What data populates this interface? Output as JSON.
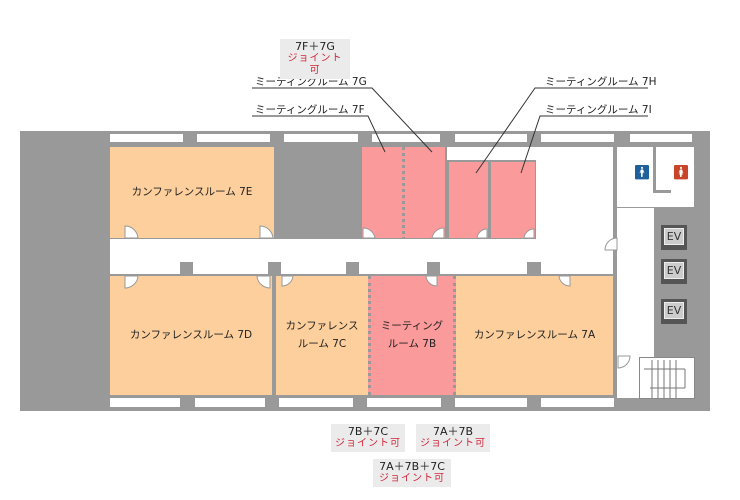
{
  "rooms": {
    "7E": "カンファレンスルーム 7E",
    "7D": "カンファレンスルーム 7D",
    "7C_line1": "カンファレンス",
    "7C_line2": "ルーム 7C",
    "7B_line1": "ミーティング",
    "7B_line2": "ルーム 7B",
    "7A": "カンファレンスルーム 7A"
  },
  "leaders": {
    "7G": "ミーティングルーム 7G",
    "7F": "ミーティングルーム 7F",
    "7H": "ミーティングルーム 7H",
    "7I": "ミーティングルーム 7I"
  },
  "joint_tags": [
    {
      "combo": "7F＋7G",
      "note": "ジョイント可"
    },
    {
      "combo": "7B＋7C",
      "note": "ジョイント可"
    },
    {
      "combo": "7A＋7B",
      "note": "ジョイント可"
    },
    {
      "combo": "7A＋7B＋7C",
      "note": "ジョイント可"
    }
  ],
  "elevators": [
    "EV",
    "EV",
    "EV"
  ],
  "icons": {
    "male": "male-restroom-icon",
    "female": "female-restroom-icon",
    "stairs": "stairs-icon"
  },
  "colors": {
    "conference": "#fccf9c",
    "meeting": "#fb9a9a",
    "wall": "#999999",
    "joint_text": "#d0263a",
    "male": "#1f5f9a",
    "female": "#c9452a"
  }
}
